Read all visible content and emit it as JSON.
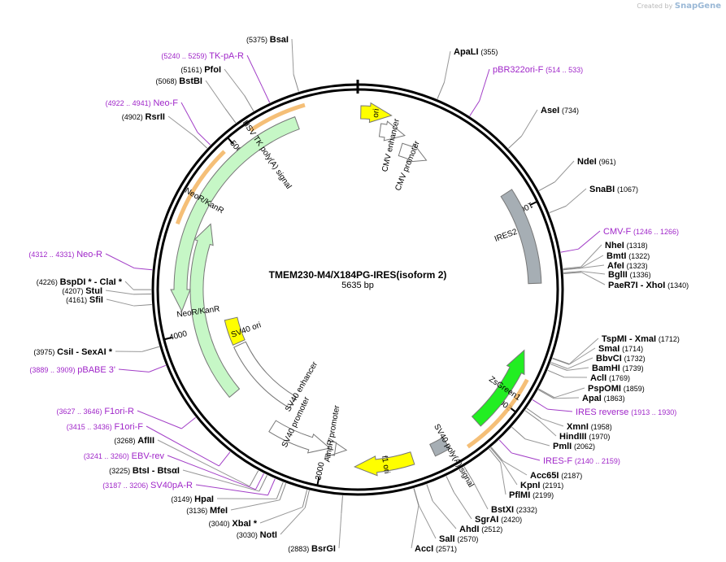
{
  "branding": {
    "created_by": "Created by",
    "brand": "SnapGene"
  },
  "plasmid": {
    "name": "TMEM230-M4/X184PG-IRES(isoform 2)",
    "length_label": "5635 bp",
    "length": 5635
  },
  "ticks": [
    "1000",
    "2000",
    "3000",
    "4000",
    "5000"
  ],
  "colors": {
    "enzyme": "#000000",
    "primer": "#a027c9",
    "ori": "#ffff00",
    "neo": "#c6f7c6",
    "zsgreen": "#22ee22",
    "ires": "#a6aeb4",
    "polyA": "#a6aeb4",
    "sv40ori": "#ffff00",
    "orf_orange": "#f3b45f"
  },
  "features": [
    {
      "name": "ori",
      "start": 1,
      "end": 11
    },
    {
      "name": "CMV enhancer",
      "start": 8,
      "end": 17
    },
    {
      "name": "CMV promoter",
      "start": 17,
      "end": 28
    },
    {
      "name": "IRES2",
      "start": 57,
      "end": 88
    },
    {
      "name": "ZsGreen1",
      "start": 110,
      "end": 138
    },
    {
      "name": "SV40 poly(A) signal",
      "start": 150,
      "end": 155
    },
    {
      "name": "f1 ori",
      "start": 162,
      "end": 181
    },
    {
      "name": "AmpR promoter",
      "start": 184,
      "end": 188
    },
    {
      "name": "SV40 promoter",
      "start": 190,
      "end": 212
    },
    {
      "name": "NeoR/KanR",
      "start": 230,
      "end": 294
    },
    {
      "name": "HSV TK poly(A) signal",
      "start": 326,
      "end": 330
    },
    {
      "name": "SV40 ori",
      "start": 246,
      "end": 257
    },
    {
      "name": "SV40 enhancer",
      "start": 210,
      "end": 245
    },
    {
      "name": "NeoR/KanR",
      "start": 263,
      "end": 340
    }
  ],
  "enzymes_left": [
    {
      "name": "BsaI",
      "pos": "(5375)"
    },
    {
      "name": "PfoI",
      "pos": "(5161)"
    },
    {
      "name": "BstBI",
      "pos": "(5068)"
    },
    {
      "name": "RsrII",
      "pos": "(4902)"
    },
    {
      "name": "BspDI * - ClaI *",
      "pos": "(4226)"
    },
    {
      "name": "StuI",
      "pos": "(4207)"
    },
    {
      "name": "SfiI",
      "pos": "(4161)"
    },
    {
      "name": "CsiI - SexAI *",
      "pos": "(3975)"
    },
    {
      "name": "AflII",
      "pos": "(3268)"
    },
    {
      "name": "BtsI - BtsαI",
      "pos": "(3225)"
    },
    {
      "name": "HpaI",
      "pos": "(3149)"
    },
    {
      "name": "MfeI",
      "pos": "(3136)"
    },
    {
      "name": "XbaI *",
      "pos": "(3040)"
    },
    {
      "name": "NotI",
      "pos": "(3030)"
    },
    {
      "name": "BsrGI",
      "pos": "(2883)"
    }
  ],
  "enzymes_right": [
    {
      "name": "ApaLI",
      "pos": "(355)"
    },
    {
      "name": "AseI",
      "pos": "(734)"
    },
    {
      "name": "NdeI",
      "pos": "(961)"
    },
    {
      "name": "SnaBI",
      "pos": "(1067)"
    },
    {
      "name": "NheI",
      "pos": "(1318)"
    },
    {
      "name": "BmtI",
      "pos": "(1322)"
    },
    {
      "name": "AfeI",
      "pos": "(1323)"
    },
    {
      "name": "BglII",
      "pos": "(1336)"
    },
    {
      "name": "PaeR7I - XhoI",
      "pos": "(1340)"
    },
    {
      "name": "TspMI - XmaI",
      "pos": "(1712)"
    },
    {
      "name": "SmaI",
      "pos": "(1714)"
    },
    {
      "name": "BbvCI",
      "pos": "(1732)"
    },
    {
      "name": "BamHI",
      "pos": "(1739)"
    },
    {
      "name": "AclI",
      "pos": "(1769)"
    },
    {
      "name": "PspOMI",
      "pos": "(1859)"
    },
    {
      "name": "ApaI",
      "pos": "(1863)"
    },
    {
      "name": "XmnI",
      "pos": "(1958)"
    },
    {
      "name": "HindIII",
      "pos": "(1970)"
    },
    {
      "name": "PmlI",
      "pos": "(2062)"
    },
    {
      "name": "Acc65I",
      "pos": "(2187)"
    },
    {
      "name": "KpnI",
      "pos": "(2191)"
    },
    {
      "name": "PflMI",
      "pos": "(2199)"
    },
    {
      "name": "BstXI",
      "pos": "(2332)"
    },
    {
      "name": "SgrAI",
      "pos": "(2420)"
    },
    {
      "name": "AhdI",
      "pos": "(2512)"
    },
    {
      "name": "SalI",
      "pos": "(2570)"
    },
    {
      "name": "AccI",
      "pos": "(2571)"
    }
  ],
  "primers": [
    {
      "name": "TK-pA-R",
      "range": "(5240 .. 5259)"
    },
    {
      "name": "Neo-F",
      "range": "(4922 .. 4941)"
    },
    {
      "name": "Neo-R",
      "range": "(4312 .. 4331)"
    },
    {
      "name": "pBABE 3'",
      "range": "(3889 .. 3909)"
    },
    {
      "name": "F1ori-R",
      "range": "(3627 .. 3646)"
    },
    {
      "name": "F1ori-F",
      "range": "(3415 .. 3436)"
    },
    {
      "name": "EBV-rev",
      "range": "(3241 .. 3260)"
    },
    {
      "name": "SV40pA-R",
      "range": "(3187 .. 3206)"
    },
    {
      "name": "pBR322ori-F",
      "range": "(514 .. 533)"
    },
    {
      "name": "CMV-F",
      "range": "(1246 .. 1266)"
    },
    {
      "name": "IRES reverse",
      "range": "(1913 .. 1930)"
    },
    {
      "name": "IRES-F",
      "range": "(2140 .. 2159)"
    }
  ]
}
